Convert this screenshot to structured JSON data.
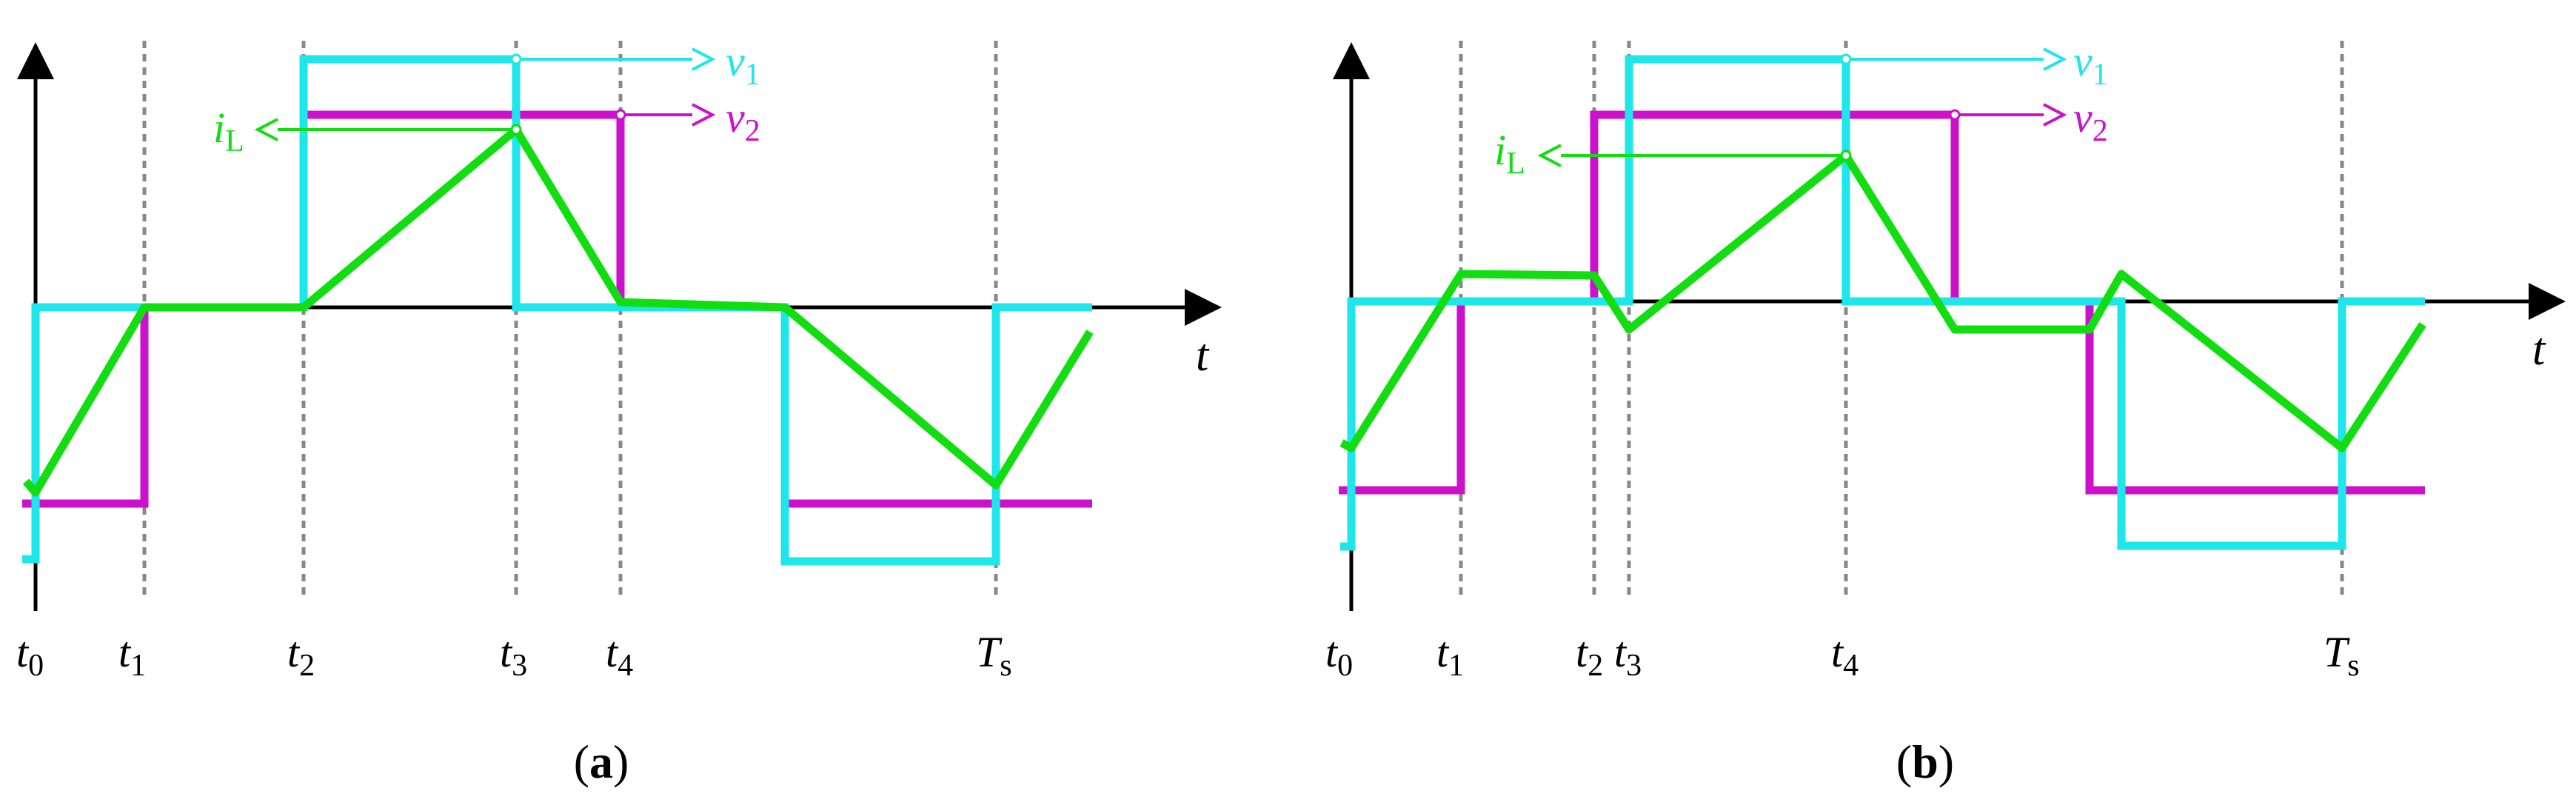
{
  "colors": {
    "v1": "#1EE6EA",
    "v2": "#CC11CC",
    "iL": "#11DD11",
    "axis": "#000000",
    "guide": "#888888"
  },
  "labels": {
    "axis_t": "t",
    "v1": {
      "main": "v",
      "sub": "1"
    },
    "v2": {
      "main": "v",
      "sub": "2"
    },
    "iL": {
      "main": "i",
      "sub": "L"
    },
    "t0": {
      "main": "t",
      "sub": "0"
    },
    "t1": {
      "main": "t",
      "sub": "1"
    },
    "t2": {
      "main": "t",
      "sub": "2"
    },
    "t3": {
      "main": "t",
      "sub": "3"
    },
    "t4": {
      "main": "t",
      "sub": "4"
    },
    "Ts": {
      "main": "T",
      "sub": "s"
    }
  },
  "panels": {
    "a": {
      "caption_open": "(",
      "caption_letter": "a",
      "caption_close": ")"
    },
    "b": {
      "caption_open": "(",
      "caption_letter": "b",
      "caption_close": ")"
    }
  }
}
